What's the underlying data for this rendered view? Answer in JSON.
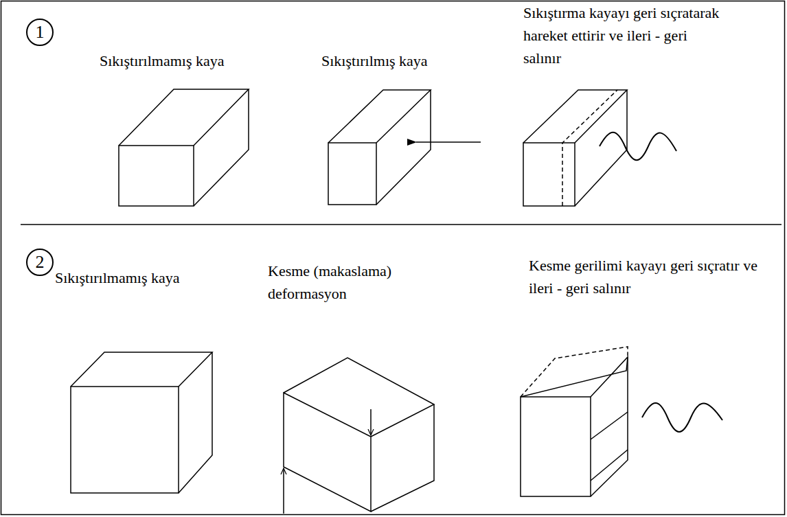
{
  "diagram": {
    "nodes": [
      {
        "text": [
          "1"
        ]
      },
      {
        "text": [
          "2"
        ]
      }
    ],
    "labels": [
      "Sıkıştırılmamış kaya",
      "Sıkıştırılmış kaya",
      "Sıkıştırma kayayı geri sıçratarak hareket ettirir ve ileri - geri salınır",
      "Sıkıştırılmamış kaya",
      "Kesme (makaslama) deformasyon",
      "Kesme gerilimi kayayı geri sıçratır ve ileri - geri salınır"
    ]
  }
}
